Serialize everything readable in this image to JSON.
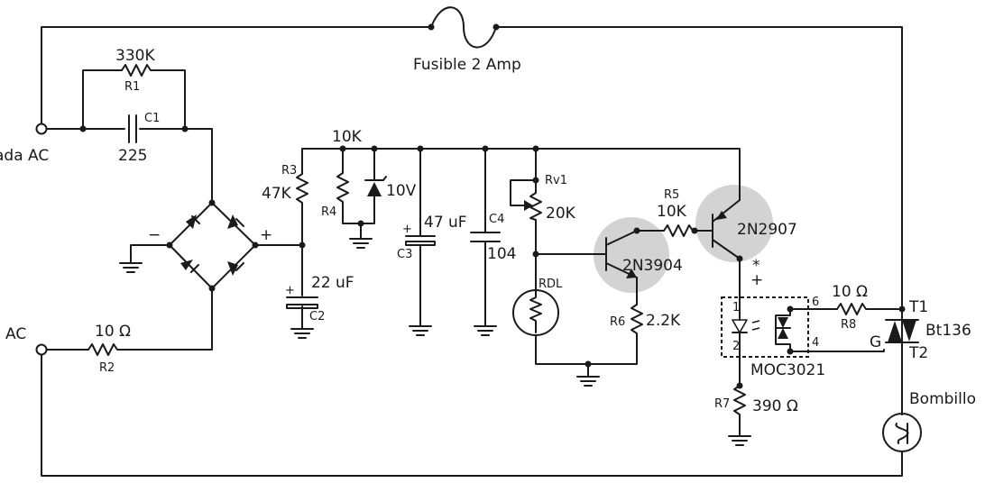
{
  "labels": {
    "fuse": "Fusible 2 Amp",
    "r1_value": "330K",
    "r1_name": "R1",
    "c1_name": "C1",
    "c1_value": "225",
    "input_top": "ada AC",
    "input_bottom": "AC",
    "r2_value": "10 Ω",
    "r2_name": "R2",
    "top_rail_value": "10K",
    "r3_name": "R3",
    "r3_value": "47K",
    "r4_name": "R4",
    "zener_value": "10V",
    "c3_value": "47 uF",
    "c3_name": "C3",
    "c4_name": "C4",
    "c4_value": "104",
    "c2_value": "22 uF",
    "c2_name": "C2",
    "rv1_name": "Rv1",
    "rv1_value": "20K",
    "r5_name": "R5",
    "r5_value": "10K",
    "q2_name": "2N2907",
    "q1_name": "2N3904",
    "rdl_name": "RDL",
    "r6_name": "R6",
    "r6_value": "2.2K",
    "pin6": "6",
    "pin4": "4",
    "pin1": "1",
    "pin2": "2",
    "moc_name": "MOC3021",
    "r8_value": "10  Ω",
    "r8_name": "R8",
    "t1": "T1",
    "t2": "T2",
    "gate": "G",
    "triac_name": "Bt136",
    "r7_name": "R7",
    "r7_value": "390 Ω",
    "lamp_name": "Bombillo",
    "bridge_minus": "−",
    "bridge_plus": "+",
    "plus_mark": "+",
    "star_mark": "*"
  }
}
